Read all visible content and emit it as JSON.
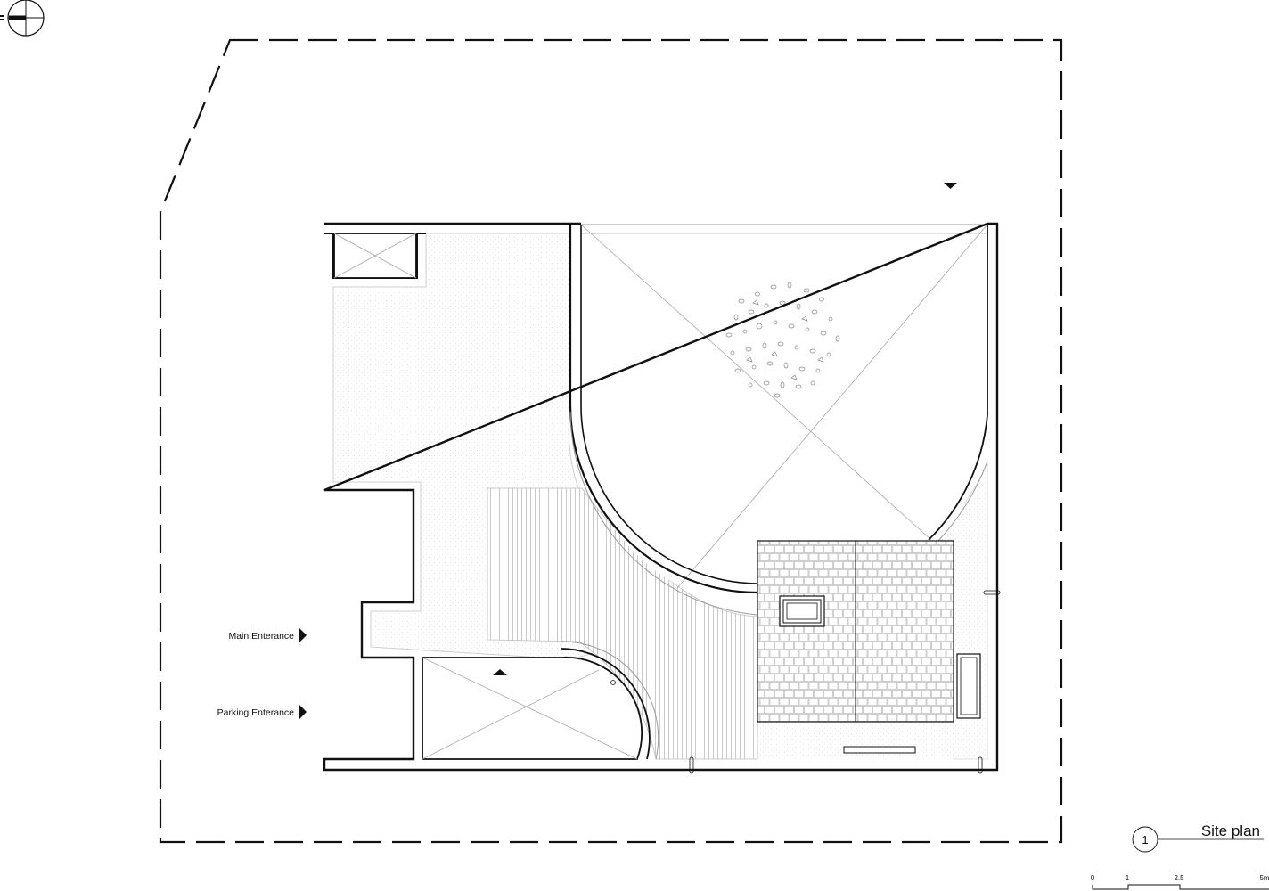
{
  "labels": {
    "main_entrance": "Main Enterance",
    "parking_entrance": "Parking Enterance"
  },
  "title_block": {
    "number": "1",
    "title": "Site plan"
  },
  "scale_bar": {
    "ticks": [
      "0",
      "1",
      "2.5",
      "5m"
    ]
  },
  "icons": {
    "north_arrow": "north-arrow-icon",
    "entrance_marker": "triangle-right-icon",
    "level_marker": "triangle-icon"
  },
  "colors": {
    "line": "#111111",
    "hatch": "#bdbdbd"
  }
}
